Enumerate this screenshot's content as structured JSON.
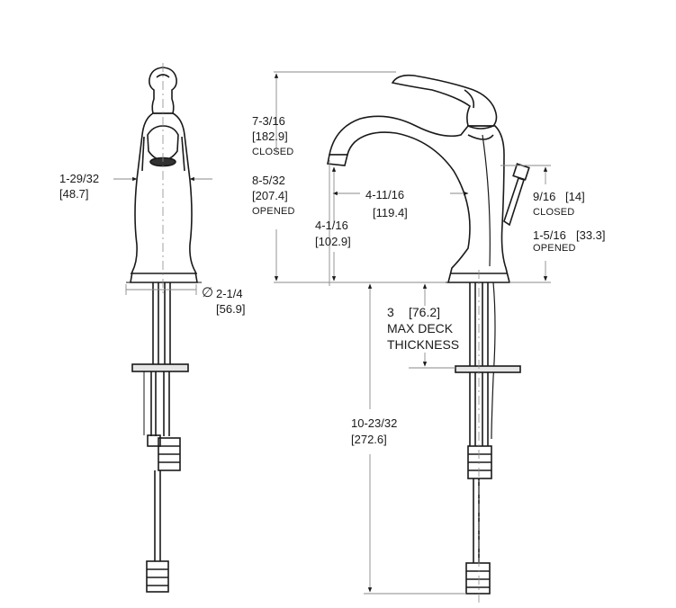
{
  "dimensions": {
    "front_width": {
      "imperial": "1-29/32",
      "metric": "[48.7]"
    },
    "hole_diameter": {
      "symbol": "∅",
      "imperial": "2-1/4",
      "metric": "[56.9]"
    },
    "height_closed": {
      "imperial": "7-3/16",
      "metric": "[182.9]",
      "state": "CLOSED"
    },
    "height_opened": {
      "imperial": "8-5/32",
      "metric": "[207.4]",
      "state": "OPENED"
    },
    "spout_reach": {
      "imperial": "4-11/16",
      "metric": "[119.4]"
    },
    "spout_height": {
      "imperial": "4-1/16",
      "metric": "[102.9]"
    },
    "handle_closed": {
      "imperial": "9/16",
      "metric": "[14]",
      "state": "CLOSED"
    },
    "handle_opened": {
      "imperial": "1-5/16",
      "metric": "[33.3]",
      "state": "OPENED"
    },
    "deck_thickness": {
      "imperial": "3",
      "metric": "[76.2]",
      "line1": "MAX DECK",
      "line2": "THICKNESS"
    },
    "supply_length": {
      "imperial": "10-23/32",
      "metric": "[272.6]"
    }
  },
  "colors": {
    "line": "#1a1a1a",
    "dim_line": "#8a8a8a",
    "shade": "#c8c8c8"
  }
}
